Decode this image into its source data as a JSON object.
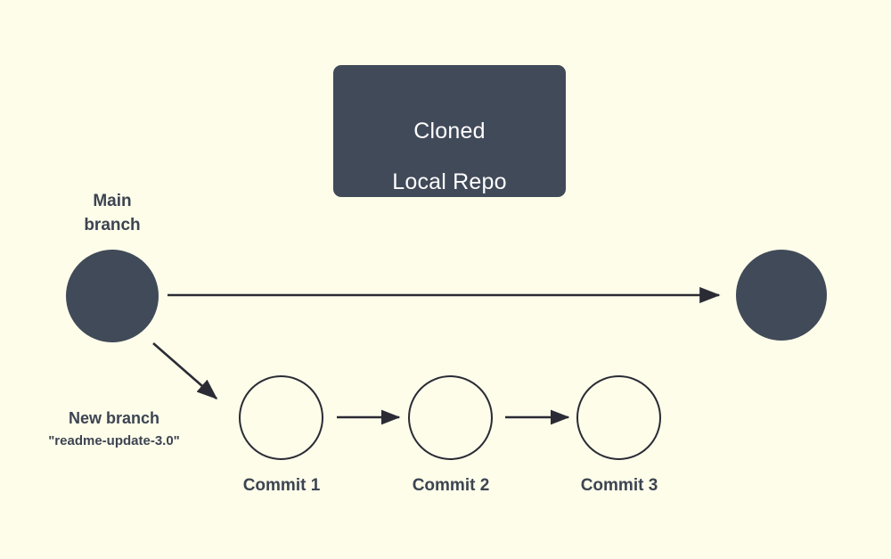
{
  "diagram": {
    "title": "Git branching workflow diagram",
    "background_color": "#fdfdea",
    "accent_dark": "#414a58",
    "stroke_color": "#2b2b35",
    "text_color": "#3d4451",
    "repo_box": {
      "line1": "Cloned",
      "line2": "Local Repo",
      "text_color": "#ffffff",
      "fill": "#414a58"
    },
    "main_branch": {
      "label": "Main\nbranch",
      "node_name": "main-branch-node",
      "remote_node_name": "remote-main-node"
    },
    "new_branch": {
      "label": "New branch",
      "name": "\"readme-update-3.0\""
    },
    "commits": [
      {
        "label": "Commit 1"
      },
      {
        "label": "Commit 2"
      },
      {
        "label": "Commit 3"
      }
    ]
  }
}
